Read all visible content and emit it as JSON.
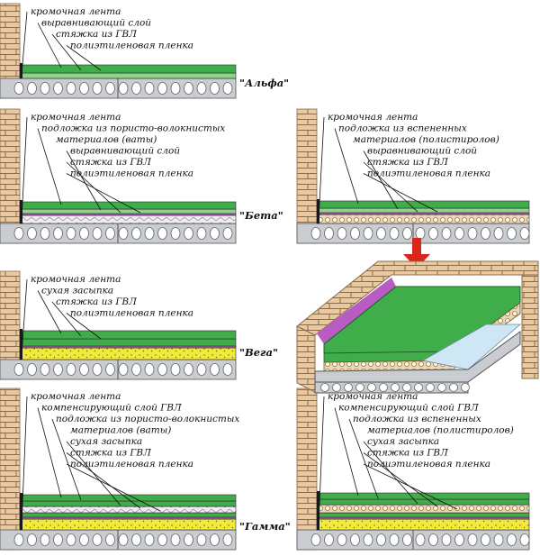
{
  "colors": {
    "brick": "#e8c9a0",
    "brick_mortar": "#8b6b4a",
    "screed_green": "#3fae4a",
    "slab_gray": "#c9ccd0",
    "film_purple": "#b85cc4",
    "wool": "#efeef0",
    "polystyrene": "#e9d8b5",
    "backfill_yellow": "#f2ea3b",
    "arrow_red": "#d9261c"
  },
  "panels": [
    {
      "id": "alfa",
      "system_label": "\"Альфа\"",
      "labels": [
        "кромочная лента",
        "выравнивающий слой",
        "стяжка из ГВЛ",
        "полиэтиленовая пленка"
      ]
    },
    {
      "id": "beta-wool",
      "system_label": "\"Бета\"",
      "labels": [
        "кромочная лента",
        "подложка из пористо-волокнистых",
        "материалов (ваты)",
        "выравнивающий слой",
        "стяжка из ГВЛ",
        "полиэтиленовая пленка"
      ]
    },
    {
      "id": "beta-poly",
      "labels": [
        "кромочная лента",
        "подложка из вспененных",
        "материалов (полистиролов)",
        "выравнивающий слой",
        "стяжка из ГВЛ",
        "полиэтиленовая пленка"
      ]
    },
    {
      "id": "vega",
      "system_label": "\"Вега\"",
      "labels": [
        "кромочная лента",
        "сухая засыпка",
        "стяжка из ГВЛ",
        "полиэтиленовая пленка"
      ]
    },
    {
      "id": "gamma-wool",
      "system_label": "\"Гамма\"",
      "labels": [
        "кромочная лента",
        "компенсирующий слой ГВЛ",
        "подложка из пористо-волокнистых",
        "материалов (ваты)",
        "сухая засыпка",
        "стяжка из ГВЛ",
        "полиэтиленовая пленка"
      ]
    },
    {
      "id": "gamma-poly",
      "labels": [
        "кромочная лента",
        "компенсирующий слой ГВЛ",
        "подложка из вспененных",
        "материалов (полистиролов)",
        "сухая засыпка",
        "стяжка из ГВЛ",
        "полиэтиленовая пленка"
      ]
    }
  ]
}
